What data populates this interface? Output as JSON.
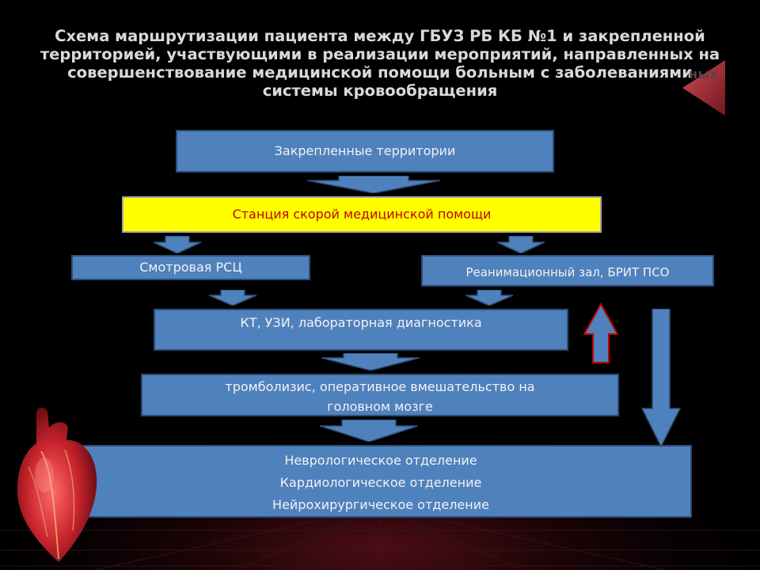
{
  "title": "Схема маршрутизации пациента между ГБУЗ РБ КБ №1 и закрепленной территорией, участвующими в реализации мероприятий, направленных на совершенствование медицинской помощи больным с заболеваниями системы кровообращения",
  "corner_fragment": "ных",
  "nodes": {
    "territories": "Закрепленные территории",
    "ambulance": "Станция скорой медицинской помощи",
    "rsc": "Смотровая РСЦ",
    "resus": "Реанимационный зал, БРИТ ПСО",
    "diagnostics": "КТ, УЗИ, лабораторная диагностика",
    "thrombolysis_line1": "тромболизис,  оперативное вмешательство на",
    "thrombolysis_line2": "головном мозге",
    "departments": [
      "Неврологическое отделение",
      "Кардиологическое отделение",
      "Нейрохирургическое отделение"
    ]
  },
  "colors": {
    "box_fill": "#4f81bd",
    "box_border": "#2c4d75",
    "box_text": "#f2f2f2",
    "highlight_fill": "#ffff00",
    "highlight_text": "#c00000",
    "title_text": "#d9d9d9",
    "background": "#000000"
  },
  "icons": [
    "heart-illustration",
    "down-arrow",
    "up-arrow",
    "corner-triangle"
  ]
}
